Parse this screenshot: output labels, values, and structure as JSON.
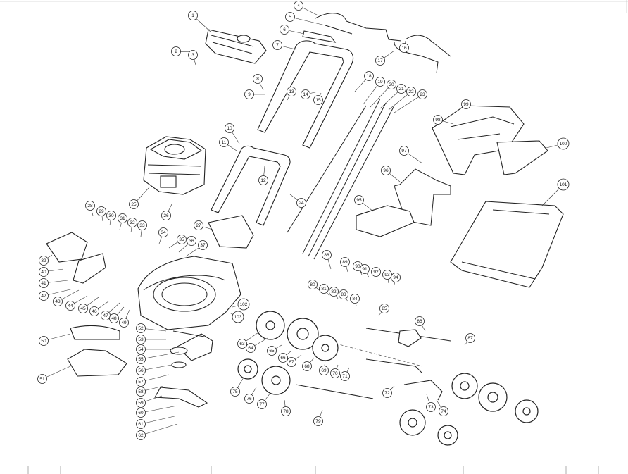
{
  "diagram": {
    "callouts": [
      {
        "label": "1"
      },
      {
        "label": "2"
      },
      {
        "label": "3"
      },
      {
        "label": "4"
      },
      {
        "label": "5"
      },
      {
        "label": "6"
      },
      {
        "label": "7"
      },
      {
        "label": "8"
      },
      {
        "label": "9"
      },
      {
        "label": "10"
      },
      {
        "label": "11"
      },
      {
        "label": "12"
      },
      {
        "label": "13"
      },
      {
        "label": "14"
      },
      {
        "label": "15"
      },
      {
        "label": "16"
      },
      {
        "label": "17"
      },
      {
        "label": "18"
      },
      {
        "label": "19"
      },
      {
        "label": "20"
      },
      {
        "label": "21"
      },
      {
        "label": "22"
      },
      {
        "label": "23"
      },
      {
        "label": "24"
      },
      {
        "label": "25"
      },
      {
        "label": "26"
      },
      {
        "label": "27"
      },
      {
        "label": "28"
      },
      {
        "label": "29"
      },
      {
        "label": "30"
      },
      {
        "label": "31"
      },
      {
        "label": "32"
      },
      {
        "label": "33"
      },
      {
        "label": "34"
      },
      {
        "label": "35"
      },
      {
        "label": "36"
      },
      {
        "label": "37"
      },
      {
        "label": "39"
      },
      {
        "label": "40"
      },
      {
        "label": "41"
      },
      {
        "label": "42"
      },
      {
        "label": "43"
      },
      {
        "label": "44"
      },
      {
        "label": "45"
      },
      {
        "label": "46"
      },
      {
        "label": "47"
      },
      {
        "label": "48"
      },
      {
        "label": "49"
      },
      {
        "label": "50"
      },
      {
        "label": "51"
      },
      {
        "label": "52"
      },
      {
        "label": "53"
      },
      {
        "label": "54"
      },
      {
        "label": "55"
      },
      {
        "label": "56"
      },
      {
        "label": "57"
      },
      {
        "label": "58"
      },
      {
        "label": "59"
      },
      {
        "label": "60"
      },
      {
        "label": "61"
      },
      {
        "label": "62"
      },
      {
        "label": "63"
      },
      {
        "label": "64"
      },
      {
        "label": "65"
      },
      {
        "label": "66"
      },
      {
        "label": "67"
      },
      {
        "label": "68"
      },
      {
        "label": "69"
      },
      {
        "label": "70"
      },
      {
        "label": "71"
      },
      {
        "label": "72"
      },
      {
        "label": "73"
      },
      {
        "label": "74"
      },
      {
        "label": "75"
      },
      {
        "label": "76"
      },
      {
        "label": "77"
      },
      {
        "label": "78"
      },
      {
        "label": "79"
      },
      {
        "label": "80"
      },
      {
        "label": "81"
      },
      {
        "label": "82"
      },
      {
        "label": "83"
      },
      {
        "label": "84"
      },
      {
        "label": "85"
      },
      {
        "label": "86"
      },
      {
        "label": "87"
      },
      {
        "label": "88"
      },
      {
        "label": "89"
      },
      {
        "label": "90"
      },
      {
        "label": "91"
      },
      {
        "label": "92"
      },
      {
        "label": "93"
      },
      {
        "label": "94"
      },
      {
        "label": "95"
      },
      {
        "label": "96"
      },
      {
        "label": "97"
      },
      {
        "label": "98"
      },
      {
        "label": "99"
      },
      {
        "label": "100"
      },
      {
        "label": "101"
      },
      {
        "label": "102"
      },
      {
        "label": "103"
      }
    ]
  }
}
